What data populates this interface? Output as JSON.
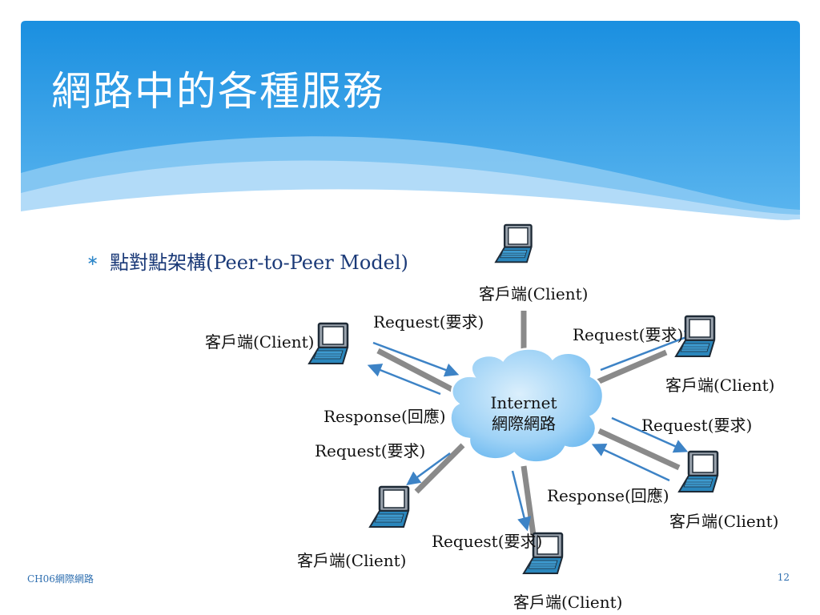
{
  "slide": {
    "title": "網路中的各種服務",
    "bullet": {
      "marker": "∗",
      "text": "點對點架構(Peer-to-Peer Model)"
    }
  },
  "diagram": {
    "cloud": {
      "line1": "Internet",
      "line2": "網際網路"
    },
    "clients": {
      "top": "客戶端(Client)",
      "left": "客戶端(Client)",
      "right_upper": "客戶端(Client)",
      "right_lower": "客戶端(Client)",
      "bottom_left": "客戶端(Client)",
      "bottom_center": "客戶端(Client)"
    },
    "arrows": {
      "request_top": "Request(要求)",
      "request_right_upper": "Request(要求)",
      "response_left": "Response(回應)",
      "request_right_lower": "Request(要求)",
      "request_left_lower": "Request(要求)",
      "response_right_lower": "Response(回應)",
      "request_bottom": "Request(要求)"
    }
  },
  "footer": {
    "chapter": "CH06網際網路",
    "page": "12"
  },
  "colors": {
    "banner": "#4aa8e8",
    "cloud": "#7cc0f2",
    "arrow": "#3d83c6",
    "link": "#8a8a8a"
  }
}
